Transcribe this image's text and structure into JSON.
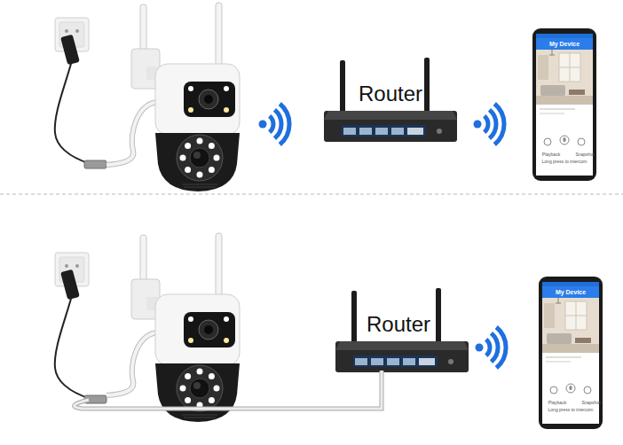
{
  "diagram": {
    "nodes": [
      {
        "text": [
          "Router"
        ]
      },
      {
        "text": [
          "My Device",
          "Playback",
          "Snapshot",
          "Long press to intercom"
        ]
      },
      {
        "text": [
          "Router"
        ]
      },
      {
        "text": [
          "My Device",
          "Playback",
          "Snapshot",
          "Long press to intercom"
        ]
      }
    ]
  }
}
